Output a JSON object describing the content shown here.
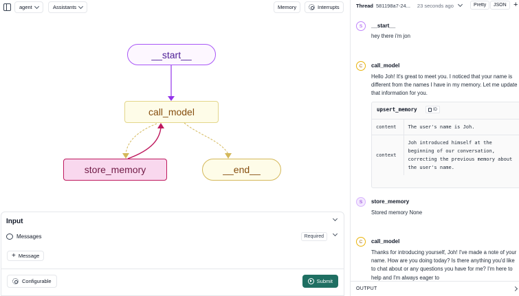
{
  "toolbar": {
    "graph_selector": "agent",
    "assistants_selector": "Assistants",
    "memory_label": "Memory",
    "interrupts_label": "Interrupts"
  },
  "graph": {
    "nodes": {
      "start": "__start__",
      "call_model": "call_model",
      "store_memory": "store_memory",
      "end": "__end__"
    }
  },
  "input": {
    "title": "Input",
    "messages_label": "Messages",
    "required_label": "Required",
    "add_message_label": "Message",
    "configurable_label": "Configurable",
    "submit_label": "Submit"
  },
  "thread": {
    "label": "Thread",
    "id": "581198a7-24...",
    "time_ago": "23 seconds ago",
    "pretty_label": "Pretty",
    "json_label": "JSON",
    "output_label": "OUTPUT",
    "steps": [
      {
        "avatar": "S",
        "name": "__start__",
        "text": "hey there i'm jon"
      },
      {
        "avatar": "C",
        "name": "call_model",
        "text": "Hello Joh! It's great to meet you. I noticed that your name is different from the names I have in my memory. Let me update that information for you."
      },
      {
        "avatar": "S",
        "name": "store_memory",
        "text": "Stored memory None"
      },
      {
        "avatar": "C",
        "name": "call_model",
        "text": "Thanks for introducing yourself, Joh! I've made a note of your name. How are you doing today? Is there anything you'd like to chat about or any questions you have for me? I'm here to help and I'm always eager to"
      }
    ],
    "tool_call": {
      "name": "upsert_memory",
      "id_label": "ID",
      "rows": [
        {
          "key": "content",
          "value": "The user's name is Joh."
        },
        {
          "key": "context",
          "value": "Joh introduced himself at the beginning of our conversation, correcting the previous memory about the user's name."
        }
      ]
    }
  },
  "colors": {
    "submit_bg": "#1f6f62",
    "start_border": "#a855f7",
    "store_memory_fill": "#f9d8ee",
    "call_model_fill": "#fefce8"
  }
}
